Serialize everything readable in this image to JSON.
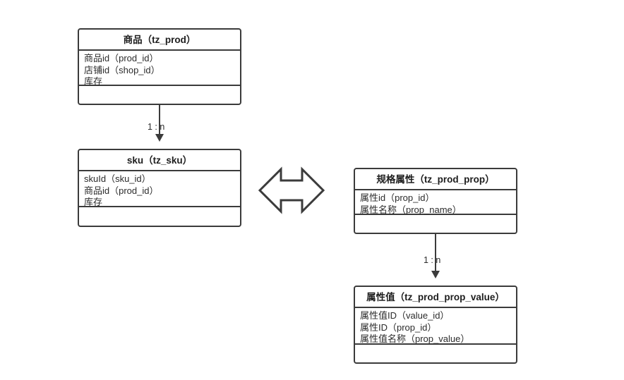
{
  "diagram": {
    "type": "er-class-diagram",
    "entities": [
      {
        "id": "prod",
        "title": "商品（tz_prod）",
        "attributes": [
          "商品id（prod_id）",
          "店铺id（shop_id）",
          "库存"
        ],
        "methods": []
      },
      {
        "id": "sku",
        "title": "sku（tz_sku）",
        "attributes": [
          "skuId（sku_id）",
          "商品id（prod_id）",
          "库存"
        ],
        "methods": []
      },
      {
        "id": "prop",
        "title": "规格属性（tz_prod_prop）",
        "attributes": [
          "属性id（prop_id）",
          "属性名称（prop_name）"
        ],
        "methods": []
      },
      {
        "id": "prop_value",
        "title": "属性值（tz_prod_prop_value）",
        "attributes": [
          "属性值ID（value_id）",
          "属性ID（prop_id）",
          "属性值名称（prop_value）"
        ],
        "methods": []
      }
    ],
    "relations": [
      {
        "id": "prod-sku",
        "from": "prod",
        "to": "sku",
        "label": "1 : n",
        "style": "single-arrow-down"
      },
      {
        "id": "prop-prop_value",
        "from": "prop",
        "to": "prop_value",
        "label": "1 : n",
        "style": "single-arrow-down"
      },
      {
        "id": "sku-prop",
        "from": "sku",
        "to": "prop",
        "label": "",
        "style": "double-headed-horizontal"
      }
    ],
    "colors": {
      "border": "#3b3b3b",
      "text": "#2b2b2b",
      "title_text": "#1d1d1d",
      "background": "#ffffff"
    }
  }
}
